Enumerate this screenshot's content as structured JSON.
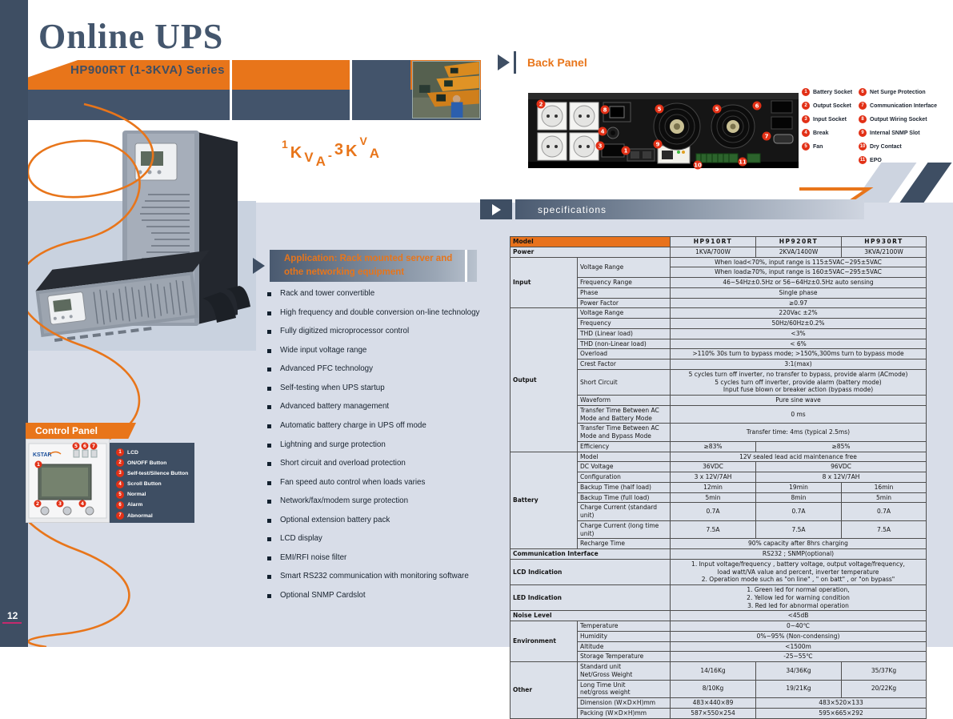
{
  "page": {
    "number": "12"
  },
  "header": {
    "title": "Online UPS",
    "series": "HP900RT (1-3KVA) Series"
  },
  "hero": {
    "range_text": "1KVA-3KVA"
  },
  "back_panel": {
    "heading": "Back Panel",
    "legend_col1": [
      {
        "n": "1",
        "label": "Battery Socket"
      },
      {
        "n": "2",
        "label": "Output Socket"
      },
      {
        "n": "3",
        "label": "Input Socket"
      },
      {
        "n": "4",
        "label": "Break"
      },
      {
        "n": "5",
        "label": "Fan"
      }
    ],
    "legend_col2": [
      {
        "n": "6",
        "label": "Net Surge Protection"
      },
      {
        "n": "7",
        "label": "Communication Interface"
      },
      {
        "n": "8",
        "label": "Output Wiring Socket"
      },
      {
        "n": "9",
        "label": "Internal SNMP Slot"
      },
      {
        "n": "10",
        "label": "Dry Contact"
      },
      {
        "n": "11",
        "label": "EPO"
      }
    ]
  },
  "specifications": {
    "heading": "specifications"
  },
  "application": {
    "line1": "Application: Rack mounted server and",
    "line2": "othe networking equipment"
  },
  "features": [
    "Rack and tower convertible",
    "High frequency and double conversion on-line technology",
    "Fully digitized microprocessor control",
    "Wide input voltage range",
    "Advanced PFC technology",
    "Self-testing when UPS startup",
    "Advanced battery management",
    "Automatic battery charge in UPS off mode",
    "Lightning and surge protection",
    "Short circuit and overload protection",
    "Fan speed auto control when loads varies",
    "Network/fax/modem surge protection",
    "Optional extension battery pack",
    "LCD display",
    "EMI/RFI noise filter",
    "Smart RS232 communication with monitoring software",
    "Optional SNMP Cardslot"
  ],
  "control_panel": {
    "heading": "Control Panel",
    "brand": "KSTAR",
    "legend": [
      {
        "n": "1",
        "label": "LCD"
      },
      {
        "n": "2",
        "label": "ON/OFF Button"
      },
      {
        "n": "3",
        "label": "Self-test/Silence Button"
      },
      {
        "n": "4",
        "label": "Scroll Button"
      },
      {
        "n": "5",
        "label": "Normal"
      },
      {
        "n": "6",
        "label": "Alarm"
      },
      {
        "n": "7",
        "label": "Abnormal"
      }
    ]
  },
  "spec_table": {
    "rows": [
      [
        {
          "t": "Model",
          "cs": 2,
          "cls": "cat orange"
        },
        {
          "t": "HP910RT",
          "cls": "model"
        },
        {
          "t": "HP920RT",
          "cls": "model"
        },
        {
          "t": "HP930RT",
          "cls": "model"
        }
      ],
      [
        {
          "t": "Power",
          "cs": 2,
          "cls": "cat"
        },
        {
          "t": "1KVA/700W",
          "cls": "val"
        },
        {
          "t": "2KVA/1400W",
          "cls": "val"
        },
        {
          "t": "3KVA/2100W",
          "cls": "val"
        }
      ],
      [
        {
          "t": "Input",
          "rs": 5,
          "cls": "cat"
        },
        {
          "t": "Voltage Range",
          "rs": 2,
          "cls": "sub"
        },
        {
          "t": "When load<70%, input range is 115±5VAC~295±5VAC",
          "cs": 3,
          "cls": "val"
        }
      ],
      [
        {
          "t": "When load≥70%, input range is 160±5VAC~295±5VAC",
          "cs": 3,
          "cls": "val"
        }
      ],
      [
        {
          "t": "Frequency Range",
          "cls": "sub"
        },
        {
          "t": "46~54Hz±0.5Hz or 56~64Hz±0.5Hz auto sensing",
          "cs": 3,
          "cls": "val"
        }
      ],
      [
        {
          "t": "Phase",
          "cls": "sub"
        },
        {
          "t": "Single phase",
          "cs": 3,
          "cls": "val"
        }
      ],
      [
        {
          "t": "Power Factor",
          "cls": "sub"
        },
        {
          "t": "≥0.97",
          "cs": 3,
          "cls": "val"
        }
      ],
      [
        {
          "t": "Output",
          "rs": 11,
          "cls": "cat"
        },
        {
          "t": "Voltage Range",
          "cls": "sub"
        },
        {
          "t": "220Vac ±2%",
          "cs": 3,
          "cls": "val"
        }
      ],
      [
        {
          "t": "Frequency",
          "cls": "sub"
        },
        {
          "t": "50Hz/60Hz±0.2%",
          "cs": 3,
          "cls": "val"
        }
      ],
      [
        {
          "t": "THD (Linear load)",
          "cls": "sub"
        },
        {
          "t": "<3%",
          "cs": 3,
          "cls": "val"
        }
      ],
      [
        {
          "t": "THD (non-Linear load)",
          "cls": "sub"
        },
        {
          "t": "< 6%",
          "cs": 3,
          "cls": "val"
        }
      ],
      [
        {
          "t": "Overload",
          "cls": "sub"
        },
        {
          "t": ">110% 30s turn to bypass mode; >150%,300ms turn to bypass mode",
          "cs": 3,
          "cls": "val"
        }
      ],
      [
        {
          "t": "Crest Factor",
          "cls": "sub"
        },
        {
          "t": "3:1(max)",
          "cs": 3,
          "cls": "val"
        }
      ],
      [
        {
          "t": "Short Circuit",
          "cls": "sub"
        },
        {
          "t": "5 cycles turn off inverter, no transfer to bypass, provide alarm (ACmode)\n5 cycles turn off inverter, provide alarm (battery mode)\nInput fuse blown or breaker action (bypass mode)",
          "cs": 3,
          "cls": "val tight"
        }
      ],
      [
        {
          "t": "Waveform",
          "cls": "sub"
        },
        {
          "t": "Pure sine wave",
          "cs": 3,
          "cls": "val"
        }
      ],
      [
        {
          "t": "Transfer Time Between AC\nMode and Battery Mode",
          "cls": "sub pre"
        },
        {
          "t": "0 ms",
          "cs": 3,
          "cls": "val"
        }
      ],
      [
        {
          "t": "Transfer Time Between AC\nMode and Bypass Mode",
          "cls": "sub pre"
        },
        {
          "t": "Transfer time: 4ms (typical 2.5ms)",
          "cs": 3,
          "cls": "val"
        }
      ],
      [
        {
          "t": "Efficiency",
          "cls": "sub"
        },
        {
          "t": "≥83%",
          "cls": "val"
        },
        {
          "t": "≥85%",
          "cs": 2,
          "cls": "val"
        }
      ],
      [
        {
          "t": "Battery",
          "rs": 8,
          "cls": "cat"
        },
        {
          "t": "Model",
          "cls": "sub"
        },
        {
          "t": "12V sealed lead acid maintenance free",
          "cs": 3,
          "cls": "val"
        }
      ],
      [
        {
          "t": "DC Voltage",
          "cls": "sub"
        },
        {
          "t": "36VDC",
          "cls": "val"
        },
        {
          "t": "96VDC",
          "cs": 2,
          "cls": "val"
        }
      ],
      [
        {
          "t": "Configuration",
          "cls": "sub"
        },
        {
          "t": "3 x 12V/7AH",
          "cls": "val"
        },
        {
          "t": "8 x 12V/7AH",
          "cs": 2,
          "cls": "val"
        }
      ],
      [
        {
          "t": "Backup Time (half load)",
          "cls": "sub"
        },
        {
          "t": "12min",
          "cls": "val"
        },
        {
          "t": "19min",
          "cls": "val"
        },
        {
          "t": "16min",
          "cls": "val"
        }
      ],
      [
        {
          "t": "Backup Time (full load)",
          "cls": "sub"
        },
        {
          "t": "5min",
          "cls": "val"
        },
        {
          "t": "8min",
          "cls": "val"
        },
        {
          "t": "5min",
          "cls": "val"
        }
      ],
      [
        {
          "t": "Charge Current (standard unit)",
          "cls": "sub"
        },
        {
          "t": "0.7A",
          "cls": "val"
        },
        {
          "t": "0.7A",
          "cls": "val"
        },
        {
          "t": "0.7A",
          "cls": "val"
        }
      ],
      [
        {
          "t": "Charge Current (long time unit)",
          "cls": "sub"
        },
        {
          "t": "7.5A",
          "cls": "val"
        },
        {
          "t": "7.5A",
          "cls": "val"
        },
        {
          "t": "7.5A",
          "cls": "val"
        }
      ],
      [
        {
          "t": "Recharge Time",
          "cls": "sub"
        },
        {
          "t": "90% capacity after 8hrs charging",
          "cs": 3,
          "cls": "val"
        }
      ],
      [
        {
          "t": "Communication Interface",
          "cs": 2,
          "cls": "cat"
        },
        {
          "t": "RS232 ; SNMP(optional)",
          "cs": 3,
          "cls": "val"
        }
      ],
      [
        {
          "t": "LCD Indication",
          "cs": 2,
          "cls": "cat"
        },
        {
          "t": "1. Input voltage/frequency , battery voltage, output voltage/frequency,\nload watt/VA value and percent, inverter temperature\n2. Operation mode such as \"on line\" , \" on batt\" , or \"on bypass\"",
          "cs": 3,
          "cls": "val tight"
        }
      ],
      [
        {
          "t": "LED Indication",
          "cs": 2,
          "cls": "cat"
        },
        {
          "t": "1. Green led for normal operation,\n2. Yellow led for warning condition\n3. Red led for abnormal operation",
          "cs": 3,
          "cls": "val tight"
        }
      ],
      [
        {
          "t": "Noise Level",
          "cs": 2,
          "cls": "cat"
        },
        {
          "t": "<45dB",
          "cs": 3,
          "cls": "val"
        }
      ],
      [
        {
          "t": "Environment",
          "rs": 4,
          "cls": "cat"
        },
        {
          "t": "Temperature",
          "cls": "sub"
        },
        {
          "t": "0~40℃",
          "cs": 3,
          "cls": "val"
        }
      ],
      [
        {
          "t": "Humidity",
          "cls": "sub"
        },
        {
          "t": "0%~95% (Non-condensing)",
          "cs": 3,
          "cls": "val"
        }
      ],
      [
        {
          "t": "Altitude",
          "cls": "sub"
        },
        {
          "t": "<1500m",
          "cs": 3,
          "cls": "val"
        }
      ],
      [
        {
          "t": "Storage Temperature",
          "cls": "sub"
        },
        {
          "t": "-25~55℃",
          "cs": 3,
          "cls": "val"
        }
      ],
      [
        {
          "t": "Other",
          "rs": 4,
          "cls": "cat"
        },
        {
          "t": "Standard unit\nNet/Gross Weight",
          "cls": "sub pre"
        },
        {
          "t": "14/16Kg",
          "cls": "val"
        },
        {
          "t": "34/36Kg",
          "cls": "val"
        },
        {
          "t": "35/37Kg",
          "cls": "val"
        }
      ],
      [
        {
          "t": "Long Time Unit\nnet/gross weight",
          "cls": "sub pre"
        },
        {
          "t": "8/10Kg",
          "cls": "val"
        },
        {
          "t": "19/21Kg",
          "cls": "val"
        },
        {
          "t": "20/22Kg",
          "cls": "val"
        }
      ],
      [
        {
          "t": "Dimension (W×D×H)mm",
          "cls": "sub"
        },
        {
          "t": "483×440×89",
          "cls": "val"
        },
        {
          "t": "483×520×133",
          "cs": 2,
          "cls": "val"
        }
      ],
      [
        {
          "t": "Packing (W×D×H)mm",
          "cls": "sub"
        },
        {
          "t": "587×550×254",
          "cls": "val"
        },
        {
          "t": "595×665×292",
          "cs": 2,
          "cls": "val"
        }
      ]
    ]
  },
  "colors": {
    "accent_orange": "#e8751a",
    "dark_slate": "#3e4e63",
    "page_bg": "#d8dde8",
    "badge_red": "#e23016",
    "table_header_orange": "#e8721c"
  }
}
